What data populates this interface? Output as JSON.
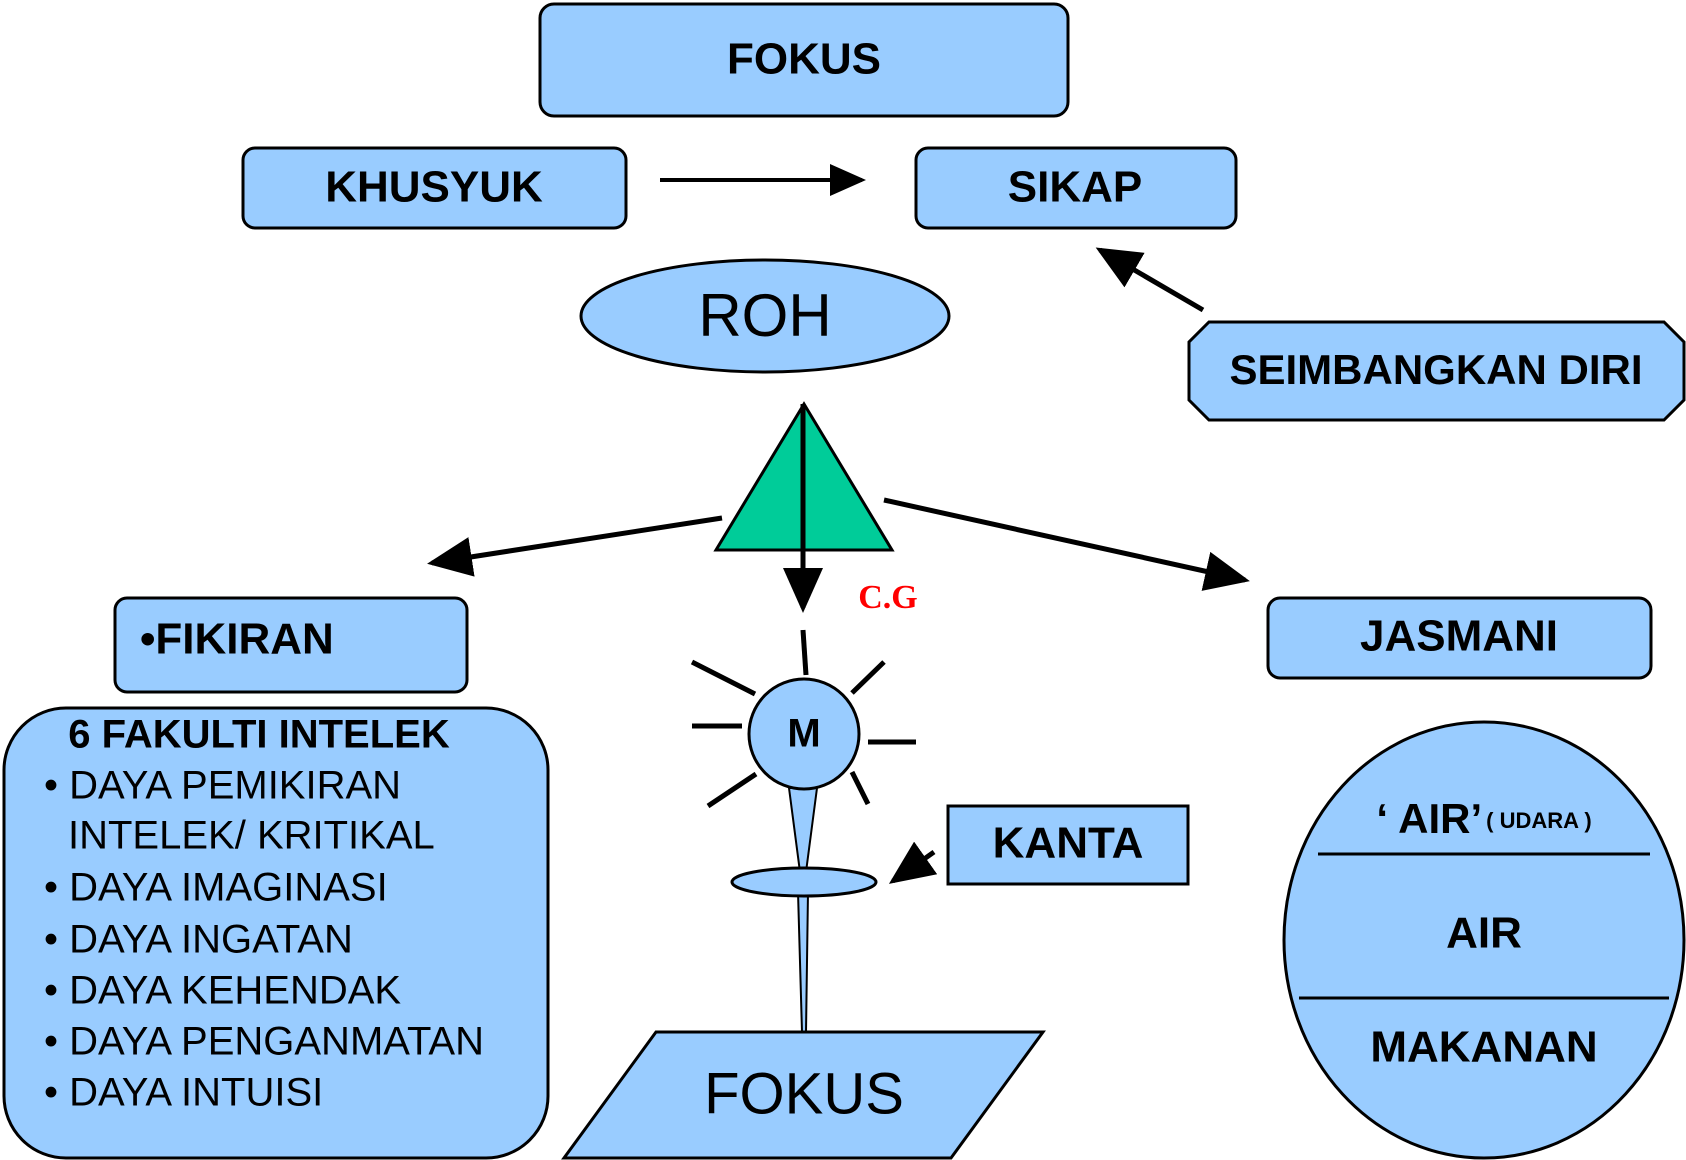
{
  "nodes": {
    "fokus_top": "FOKUS",
    "khusyuk": "KHUSYUK",
    "sikap": "SIKAP",
    "roh": "ROH",
    "seimbangkan": "SEIMBANGKAN DIRI",
    "cg": "C.G",
    "fikiran": "•FIKIRAN",
    "jasmani": "JASMANI",
    "m": "M",
    "kanta": "KANTA",
    "fokus_bottom": "FOKUS"
  },
  "fakulti": {
    "title": "6 FAKULTI INTELEK",
    "items": [
      "• DAYA PEMIKIRAN",
      "INTELEK/ KRITIKAL",
      "• DAYA IMAGINASI",
      "• DAYA INGATAN",
      "• DAYA KEHENDAK",
      "• DAYA PENGANMATAN",
      "• DAYA INTUISI"
    ]
  },
  "circle": {
    "air_udara_main": "‘ AIR’",
    "air_udara_sub": "( UDARA )",
    "air": "AIR",
    "makanan": "MAKANAN"
  },
  "colors": {
    "box_fill": "#99ccff",
    "triangle_fill": "#00cc99",
    "cg_text": "#ff0000",
    "stroke": "#000000"
  }
}
